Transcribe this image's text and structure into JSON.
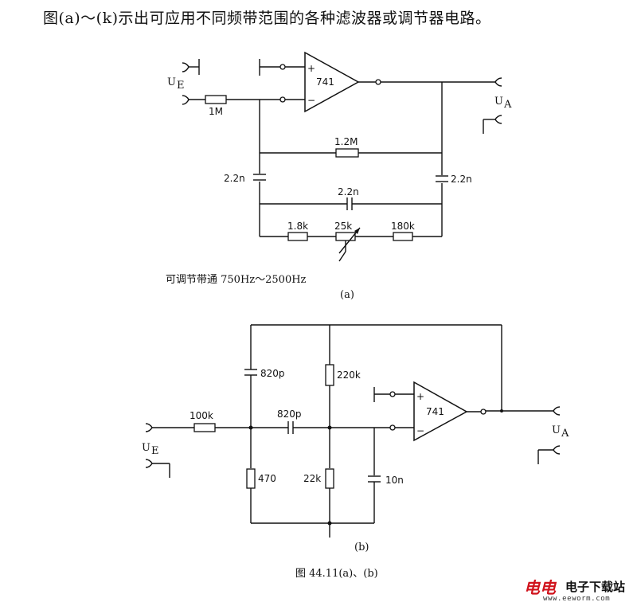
{
  "heading": "图(a)～(k)示出可应用不同频带范围的各种滤波器或调节器电路。",
  "circuit_a": {
    "input_label": "U",
    "input_sub": "E",
    "output_label": "U",
    "output_sub": "A",
    "opamp": "741",
    "plus": "+",
    "minus": "−",
    "r_in": "1M",
    "r_bridge": "1.2M",
    "c_left": "2.2n",
    "c_right": "2.2n",
    "c_mid": "2.2n",
    "r_bottom_1": "1.8k",
    "r_pot": "25k",
    "r_bottom_2": "180k",
    "note": "可调节带通 750Hz～2500Hz",
    "caption": "(a)"
  },
  "circuit_b": {
    "input_label": "U",
    "input_sub": "E",
    "output_label": "U",
    "output_sub": "A",
    "opamp": "741",
    "plus": "+",
    "minus": "−",
    "r_in": "100k",
    "c_top": "820p",
    "c_series": "820p",
    "r_top": "220k",
    "r_470": "470",
    "r_22k": "22k",
    "c_10n": "10n",
    "caption": "(b)"
  },
  "figure_caption": "图 44.11(a)、(b)",
  "logo": {
    "mark": "电电",
    "title": "电子下载站",
    "url": "www.eeworm.com"
  }
}
